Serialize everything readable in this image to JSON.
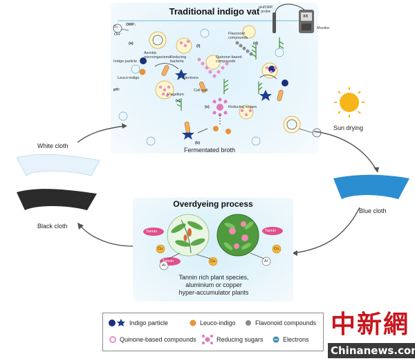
{
  "vat": {
    "title": "Traditional indigo vat",
    "caption": "Fermentated broth",
    "probe": "pH/ORP\nprobe",
    "monitor": "Monitor",
    "monitor_display": "XX",
    "labels": {
      "orp": "ORP↓",
      "ph": "pH↑",
      "a": "(a)",
      "b": "(b)",
      "c": "(c)",
      "d": "(d)",
      "e": "(e)",
      "f": "(f)",
      "aerobic": "Aerobic\nmicroorganisms",
      "indigo_particle": "Indigo particle",
      "leuco_indigo": "Leuco-indigo",
      "reducing_bacteria": "Reducing\nbacteria",
      "flavonoid": "Flavonoid\ncompounds",
      "quinone": "Quinone-based\ncompounds",
      "electrons": "Electrons",
      "flagellum": "Flagellum",
      "cell_wall": "Cell wall",
      "reducing_sugars": "Reducing sugars",
      "o2": "O₂",
      "oh": "OH⁻"
    }
  },
  "cycle": {
    "white_cloth": "White cloth",
    "black_cloth": "Black cloth",
    "blue_cloth": "Blue cloth",
    "sun_drying": "Sun drying"
  },
  "overdyeing": {
    "title": "Overdyeing process",
    "caption": "Tannin rich plant species,\naluminium or copper\nhyper-accumulator plants",
    "tannin": "Tannin",
    "cu": "Cu",
    "al": "Al"
  },
  "legend": {
    "indigo_particle": "Indigo particle",
    "leuco_indigo": "Leuco-indigo",
    "flavonoid": "Flavonoid compounds",
    "quinone": "Quinone-based compounds",
    "reducing_sugars": "Reducing sugars",
    "electrons": "Electrons"
  },
  "watermark": {
    "cn": "中新網",
    "en": "Chinanews.com"
  },
  "colors": {
    "indigo": "#1c2f7a",
    "leuco": "#e8923a",
    "flavonoid": "#8a8a8a",
    "quinone": "#e88fc7",
    "sugar": "#e07ab8",
    "electron": "#3d8fb0",
    "blue_cloth": "#2a8ed1",
    "sun": "#f6b619",
    "tannin": "#e0508a",
    "cu": "#f2b53a",
    "watermark": "#c8161d"
  }
}
